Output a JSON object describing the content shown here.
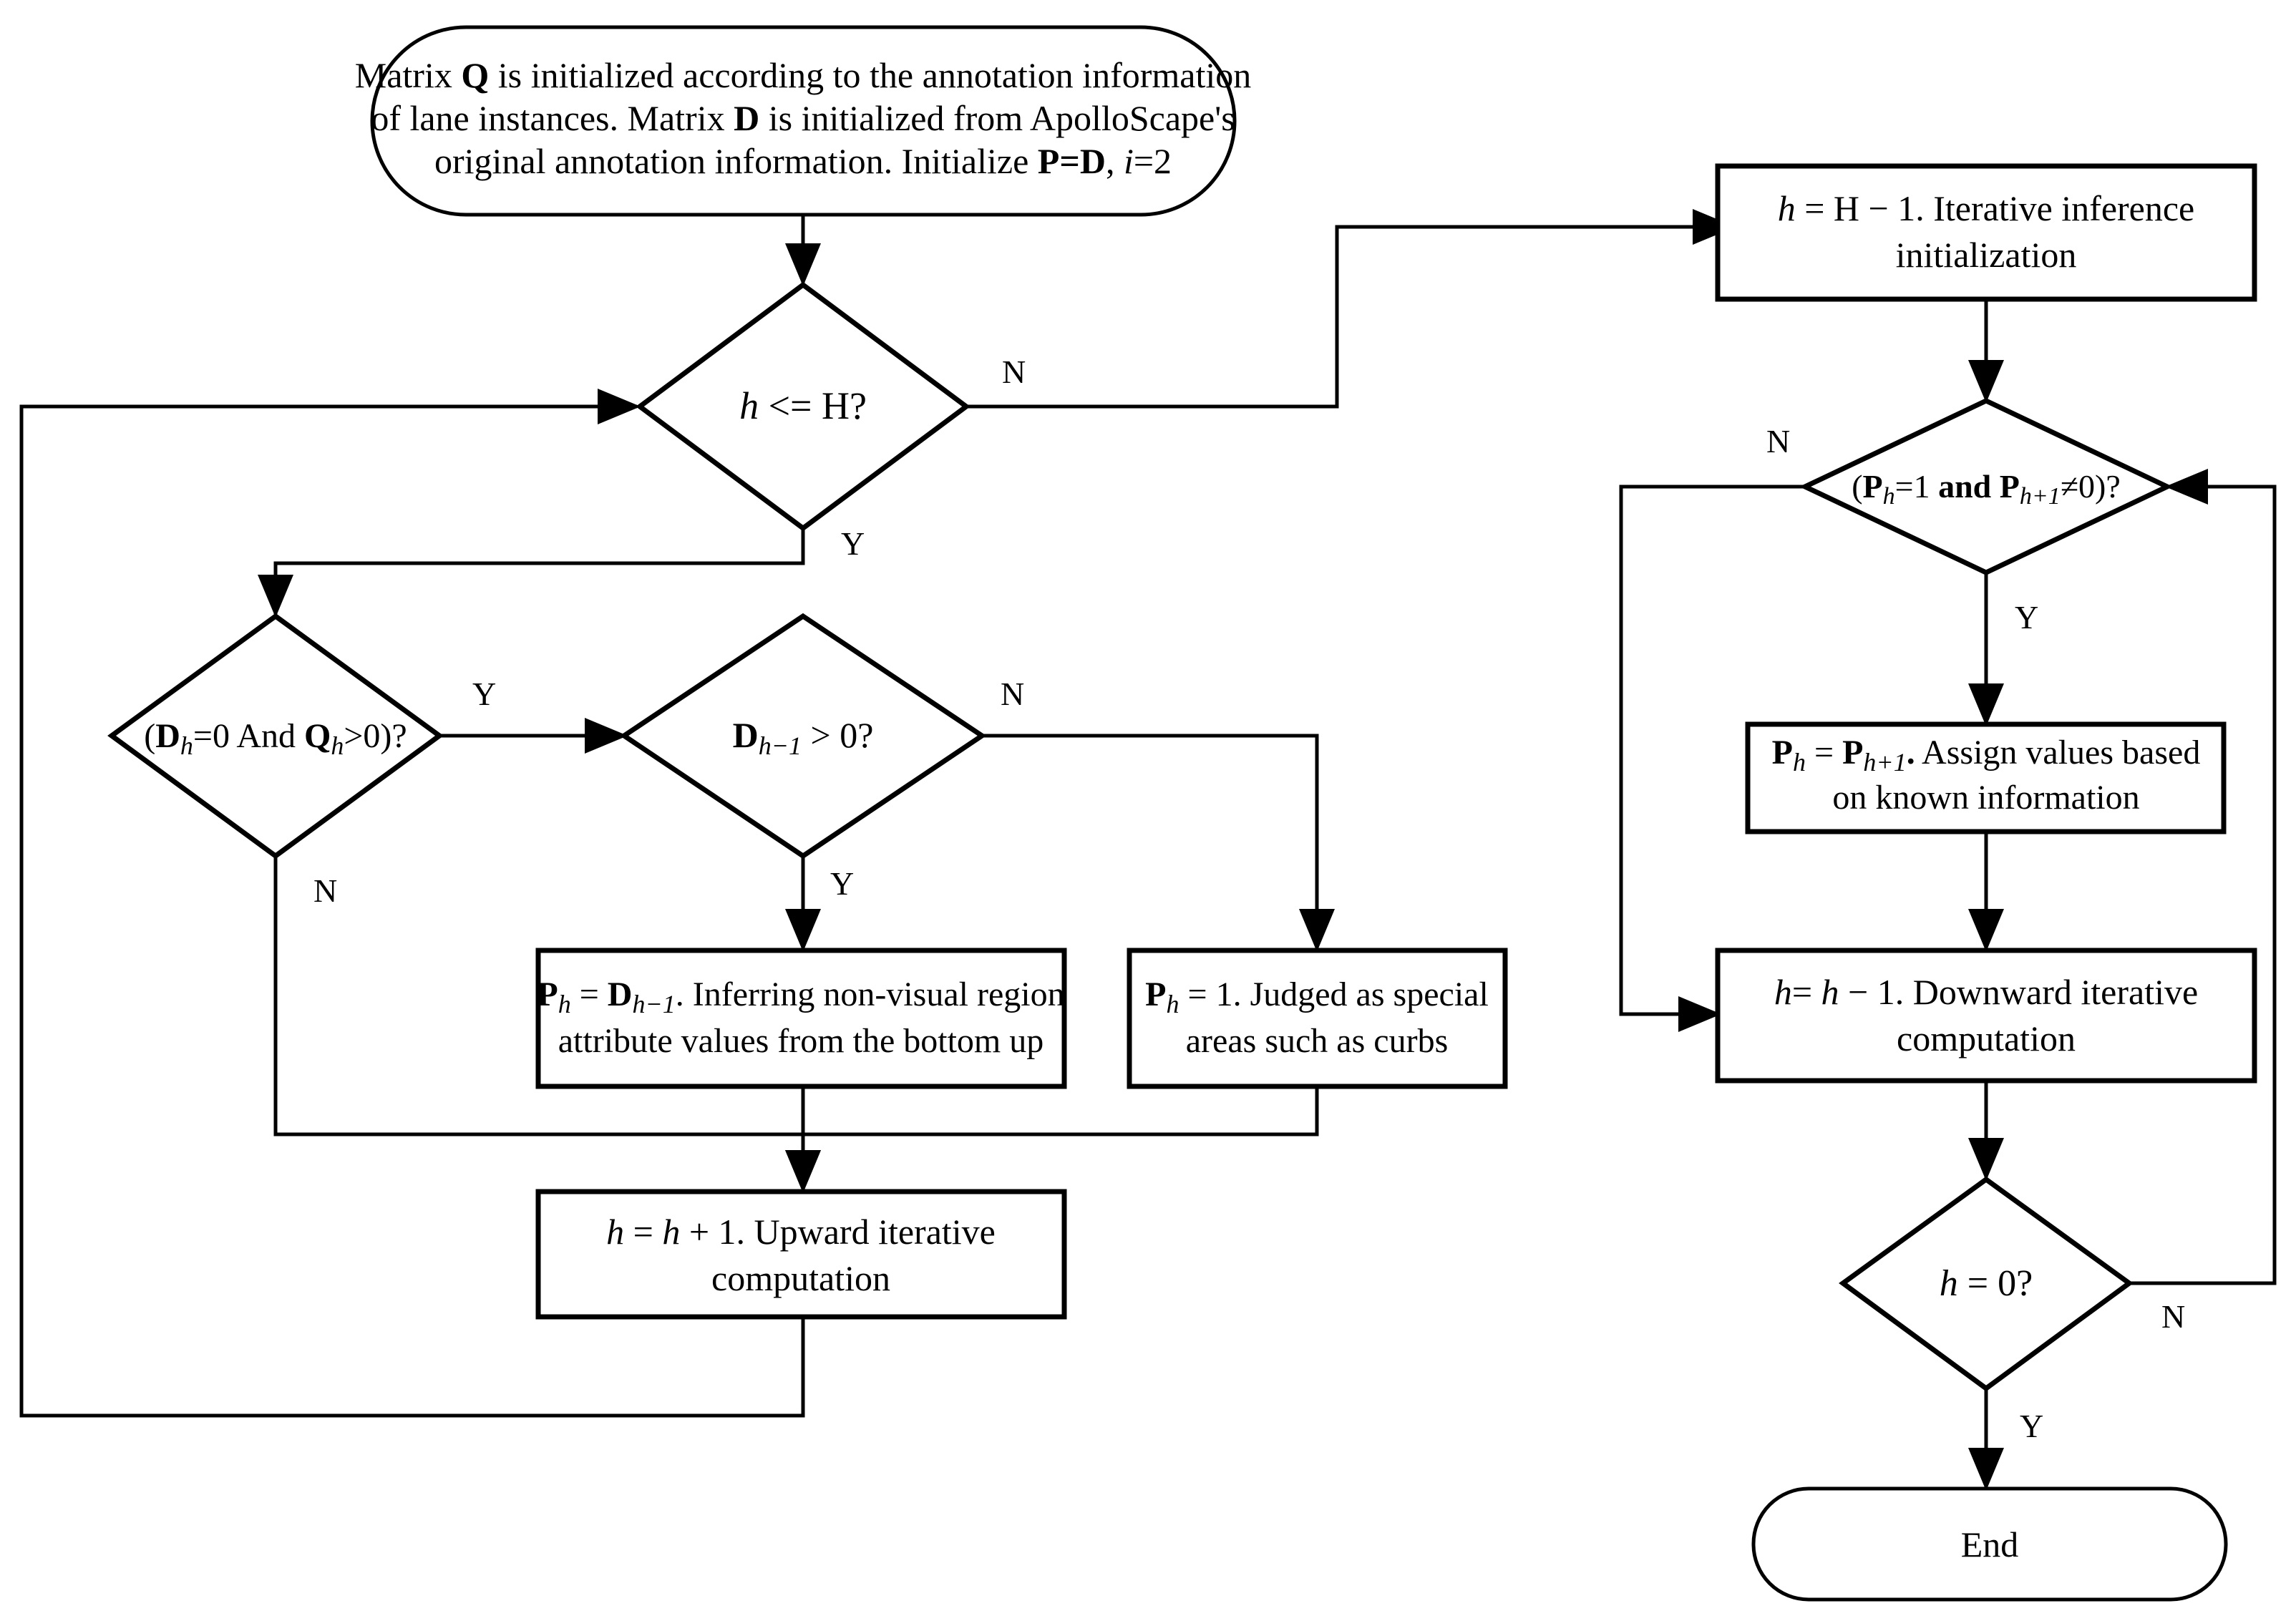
{
  "diagram": {
    "title": "Lane attribute iterative inference flowchart",
    "stroke_color": "#000000",
    "fill_color": "#ffffff",
    "background": "#ffffff"
  },
  "nodes": {
    "start": {
      "shape": "terminator",
      "lines": [
        "Matrix Q is initialized according to the annotation information",
        "of lane instances. Matrix D is initialized from ApolloScape's",
        "original annotation information. Initialize P=D, i=2"
      ]
    },
    "decision_h_le_H": {
      "shape": "decision",
      "text": "h <= H?"
    },
    "decision_d_q": {
      "shape": "decision",
      "text": "(Dh=0 And Qh>0)?"
    },
    "decision_d_prev": {
      "shape": "decision",
      "text": "Dh−1 > 0?"
    },
    "process_infer": {
      "shape": "process",
      "lines": [
        "Ph = Dh−1. Inferring non-visual region",
        "attribute values from the bottom up"
      ]
    },
    "process_curb": {
      "shape": "process",
      "lines": [
        "Ph = 1. Judged as special",
        "areas such as curbs"
      ]
    },
    "process_upward": {
      "shape": "process",
      "lines": [
        "h = h + 1.  Upward iterative",
        "computation"
      ]
    },
    "process_init_inference": {
      "shape": "process",
      "lines": [
        "h = H − 1. Iterative inference",
        "initialization"
      ]
    },
    "decision_p": {
      "shape": "decision",
      "text": "(Ph=1 and Ph+1≠0)?"
    },
    "process_assign": {
      "shape": "process",
      "lines": [
        "Ph = Ph+1. Assign values based",
        "on known information"
      ]
    },
    "process_downward": {
      "shape": "process",
      "lines": [
        "h= h − 1. Downward iterative",
        "computation"
      ]
    },
    "decision_h_zero": {
      "shape": "decision",
      "text": "h = 0?"
    },
    "end": {
      "shape": "terminator",
      "text": "End"
    }
  },
  "edge_labels": {
    "h_le_H_no": "N",
    "h_le_H_yes": "Y",
    "d_q_yes": "Y",
    "d_q_no": "N",
    "d_prev_no": "N",
    "d_prev_yes": "Y",
    "p_no": "N",
    "p_yes": "Y",
    "h_zero_no": "N",
    "h_zero_yes": "Y"
  }
}
